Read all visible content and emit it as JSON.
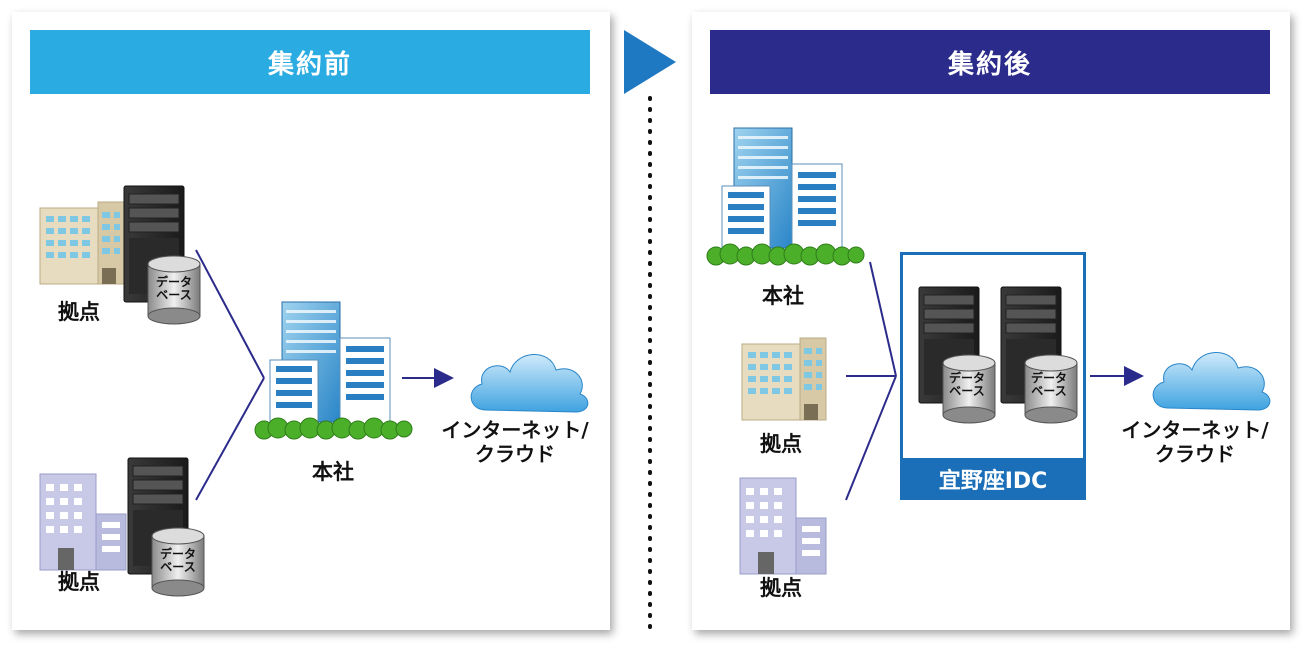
{
  "before": {
    "header": "集約前",
    "branch_label_1": "拠点",
    "branch_label_2": "拠点",
    "hq_label": "本社",
    "db_label_1": "データ\nベース",
    "db_label_2": "データ\nベース",
    "net_line1": "インターネット/",
    "net_line2": "クラウド"
  },
  "after": {
    "header": "集約後",
    "hq_label": "本社",
    "branch_label_1": "拠点",
    "branch_label_2": "拠点",
    "idc_label": "宜野座IDC",
    "db_label_1": "データ\nベース",
    "db_label_2": "データ\nベース",
    "net_line1": "インターネット/",
    "net_line2": "クラウド"
  },
  "colors": {
    "before_header": "#2aabe2",
    "after_header": "#2b2b8c",
    "idc_accent": "#1a6fb8",
    "line": "#2b2b8c"
  }
}
